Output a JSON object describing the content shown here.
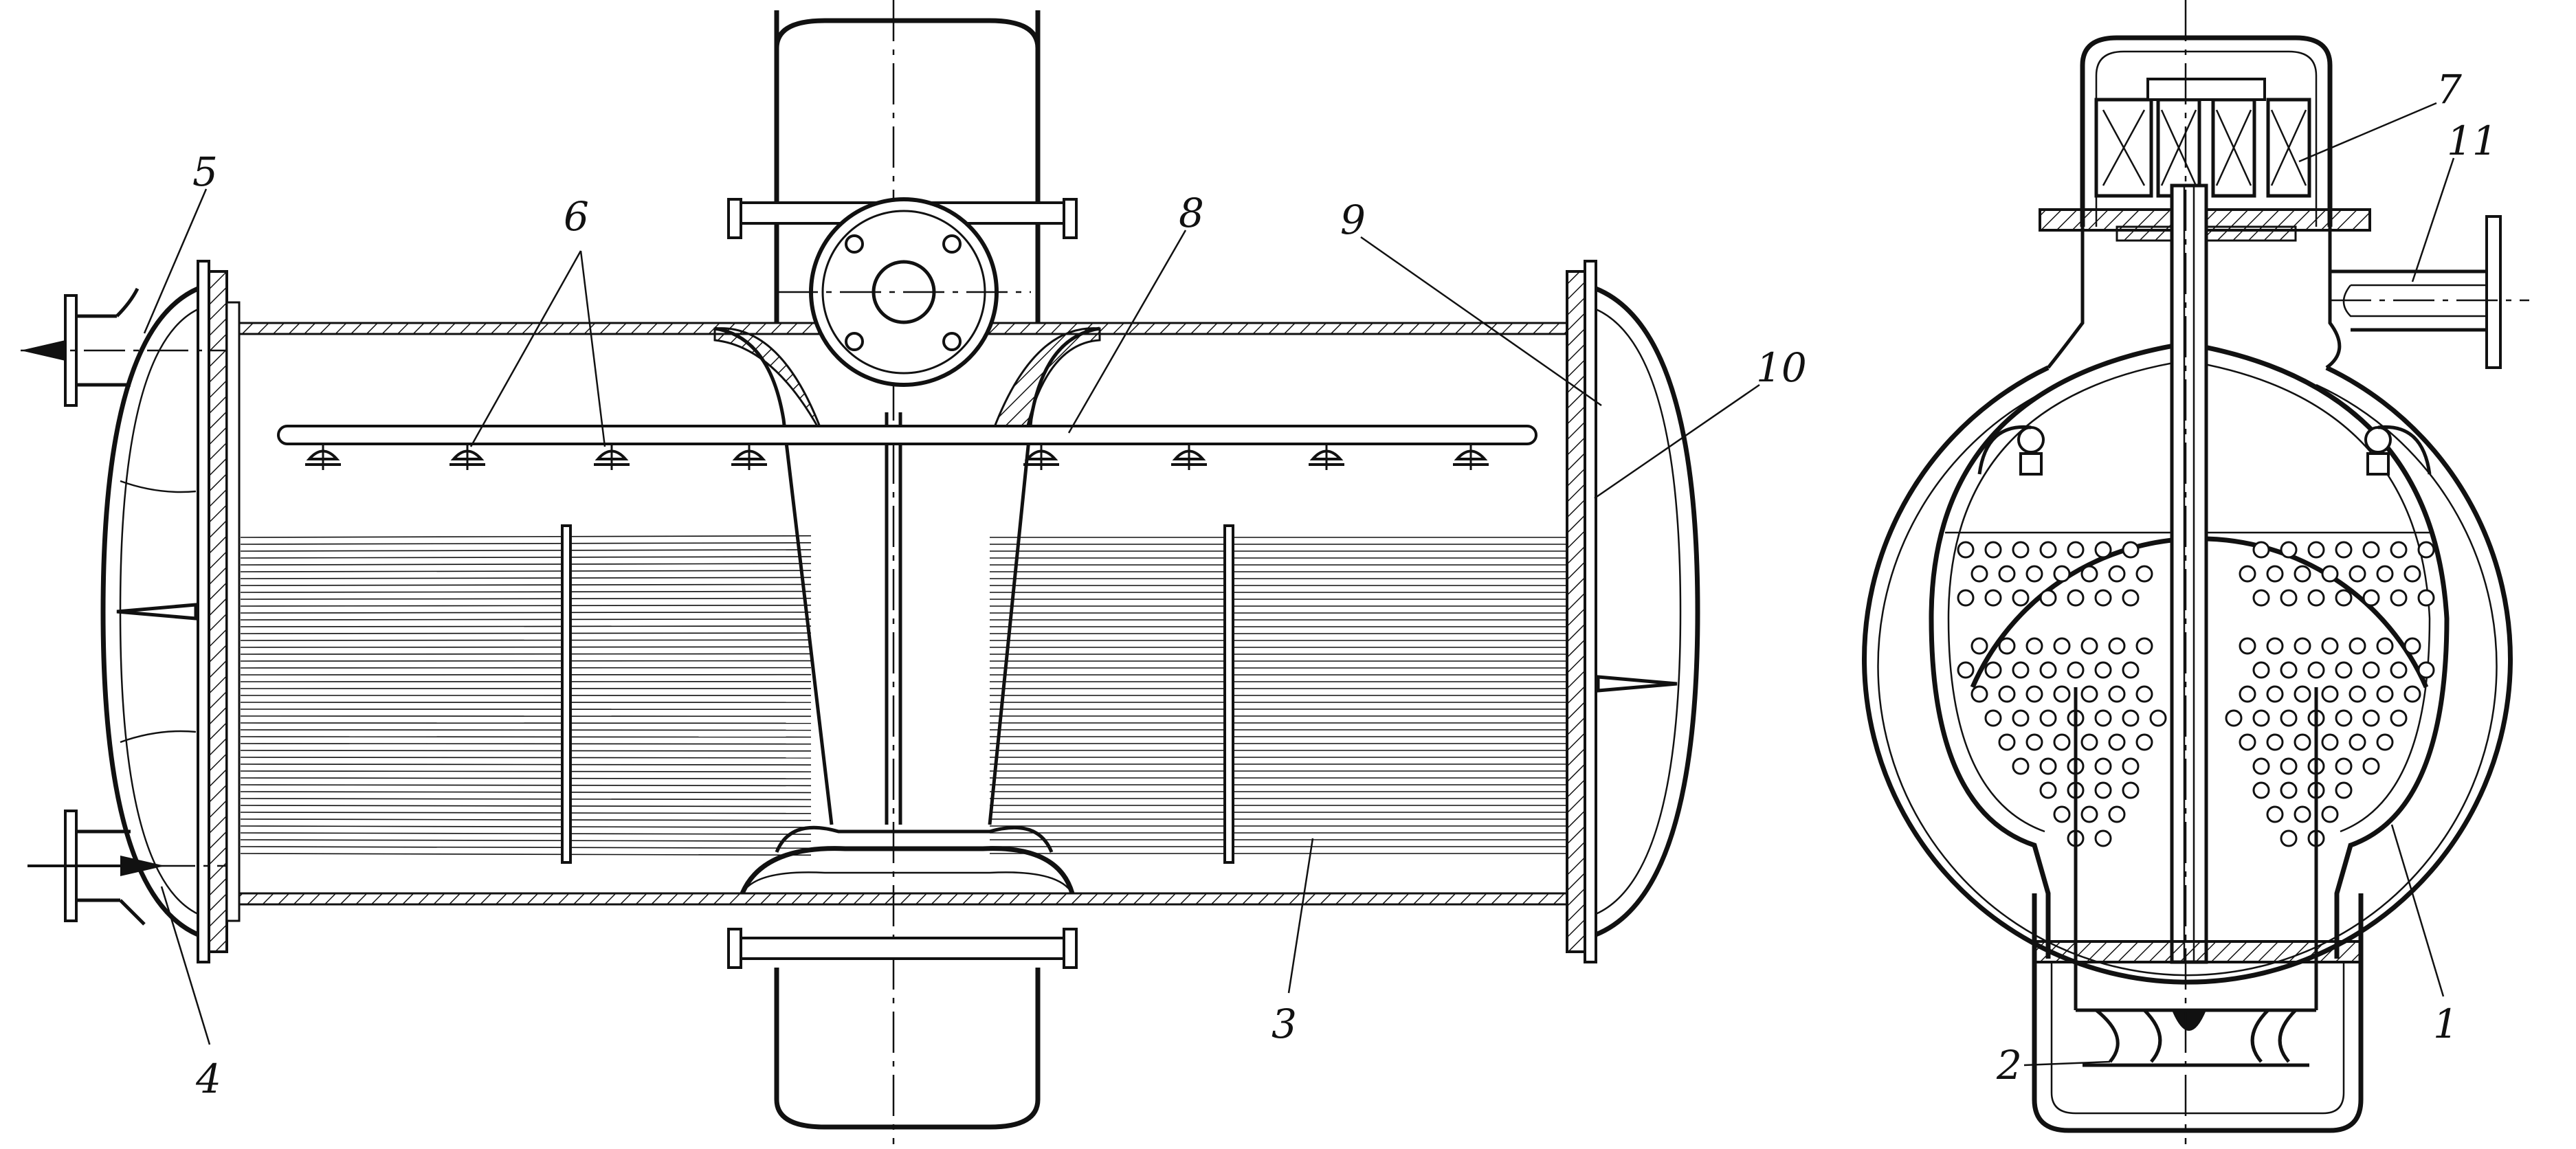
{
  "callouts": {
    "n1": "1",
    "n2": "2",
    "n3": "3",
    "n4": "4",
    "n5": "5",
    "n6": "6",
    "n7": "7",
    "n8": "8",
    "n9": "9",
    "n10": "10",
    "n11": "11"
  },
  "colors": {
    "ink": "#111111",
    "paper": "#ffffff"
  }
}
